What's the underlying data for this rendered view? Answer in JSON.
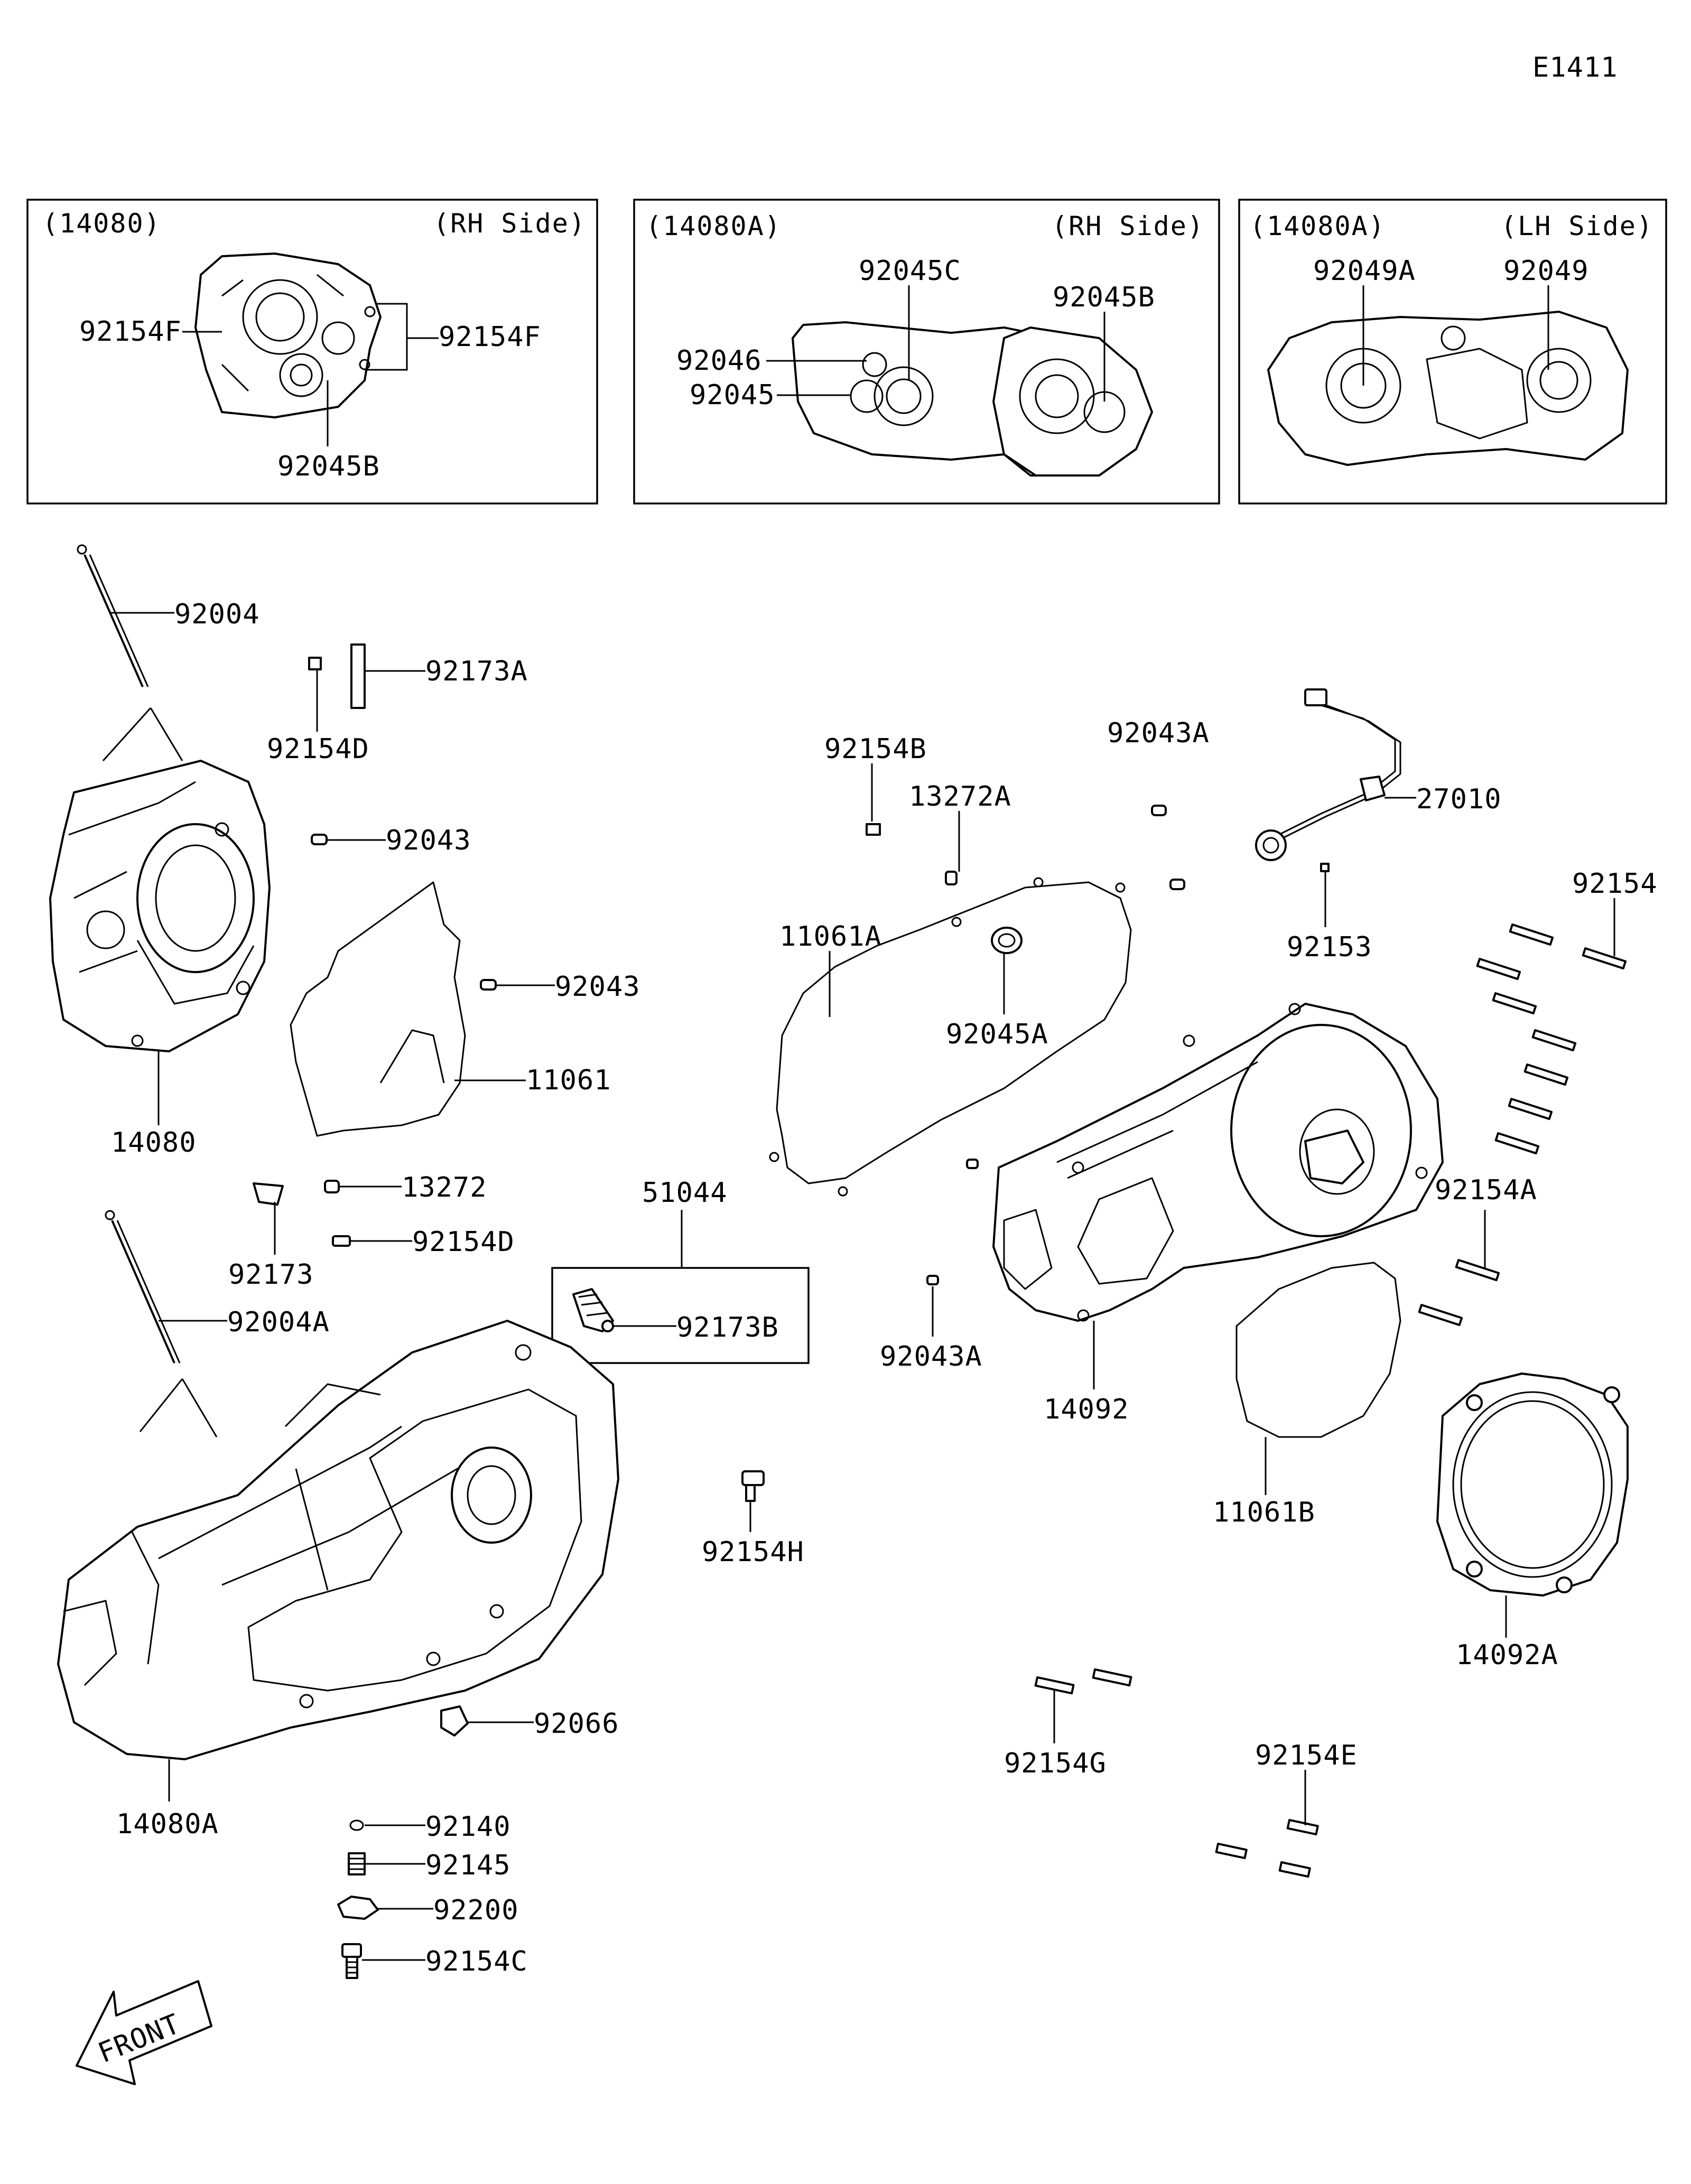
{
  "diagram_code": "E1411",
  "front_arrow_label": "FRONT",
  "insets": [
    {
      "code": "(14080)",
      "side": "(RH Side)"
    },
    {
      "code": "(14080A)",
      "side": "(RH Side)"
    },
    {
      "code": "(14080A)",
      "side": "(LH Side)"
    }
  ],
  "parts": {
    "p92154F_a": "92154F",
    "p92154F_b": "92154F",
    "p92045B_a": "92045B",
    "p92045C": "92045C",
    "p92045B_b": "92045B",
    "p92046": "92046",
    "p92045": "92045",
    "p92049A": "92049A",
    "p92049": "92049",
    "p92004": "92004",
    "p92173A": "92173A",
    "p92154D_a": "92154D",
    "p92043_a": "92043",
    "p92043_b": "92043",
    "p11061": "11061",
    "p14080": "14080",
    "p13272": "13272",
    "p92173": "92173",
    "p92154D_b": "92154D",
    "p92004A": "92004A",
    "p51044": "51044",
    "p92173B": "92173B",
    "p92066": "92066",
    "p14080A": "14080A",
    "p92140": "92140",
    "p92145": "92145",
    "p92200": "92200",
    "p92154C": "92154C",
    "p92154B": "92154B",
    "p13272A": "13272A",
    "p11061A": "11061A",
    "p92045A": "92045A",
    "p92043A_a": "92043A",
    "p27010": "27010",
    "p92153": "92153",
    "p92154": "92154",
    "p92154A": "92154A",
    "p92043A_b": "92043A",
    "p14092": "14092",
    "p11061B": "11061B",
    "p14092A": "14092A",
    "p92154H": "92154H",
    "p92154G": "92154G",
    "p92154E": "92154E"
  }
}
